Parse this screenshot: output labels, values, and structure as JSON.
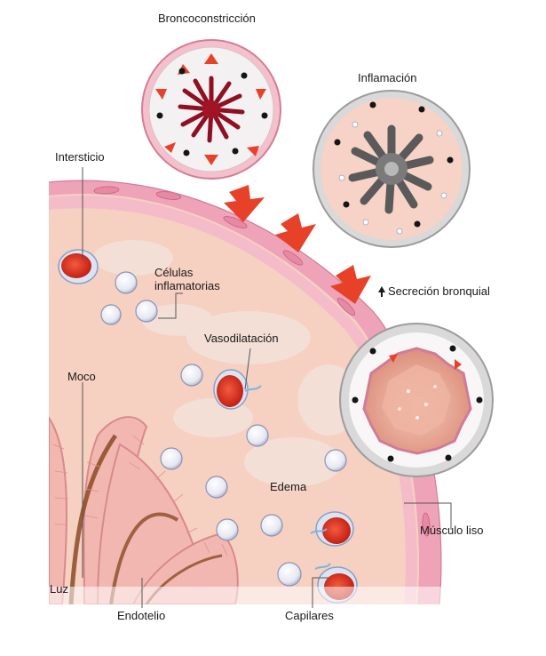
{
  "labels": {
    "bronchoconstriction": "Broncoconstricción",
    "inflammation": "Inflamación",
    "interstitium": "Intersticio",
    "inflammatory_cells_line1": "Células",
    "inflammatory_cells_line2": "inflamatorias",
    "bronchial_secretion": "Secreción bronquial",
    "vasodilation": "Vasodilatación",
    "mucus": "Moco",
    "edema": "Edema",
    "smooth_muscle": "Músculo liso",
    "lumen": "Luz",
    "endothelium": "Endotelio",
    "capillaries": "Capilares"
  },
  "colors": {
    "tissue": "#f6d0c0",
    "wall_outer": "#efa3b8",
    "wall_inner": "#f4b9c9",
    "arrow": "#e8412a",
    "blood_cell": "#d8261a",
    "leader": "#555555"
  }
}
